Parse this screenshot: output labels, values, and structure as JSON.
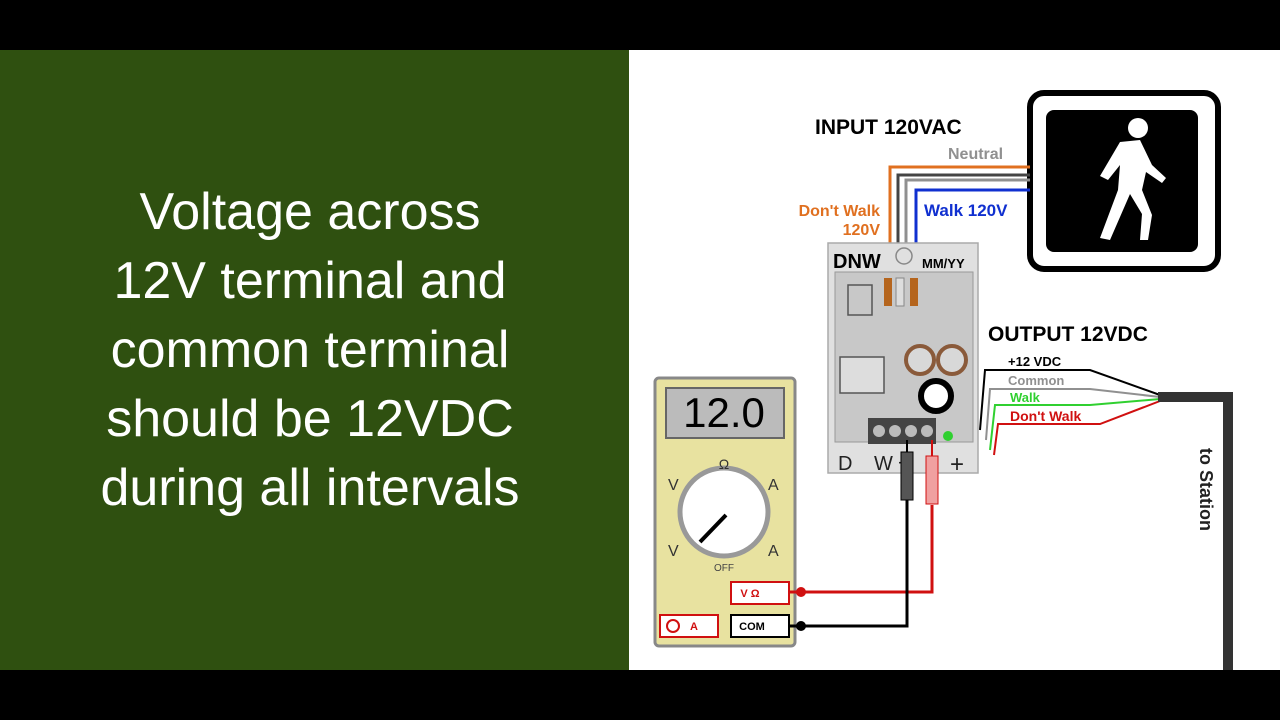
{
  "caption": {
    "lines": [
      "Voltage across",
      "12V terminal and",
      "common terminal",
      "should be 12VDC",
      "during all intervals"
    ]
  },
  "diagram": {
    "input_label": "INPUT 120VAC",
    "neutral_label": "Neutral",
    "dont_walk_label_1": "Don't Walk",
    "dont_walk_label_2": "120V",
    "walk_label": "Walk 120V",
    "module_label": "DNW",
    "date_label": "MM/YY",
    "output_label": "OUTPUT 12VDC",
    "wire_12vdc": "+12 VDC",
    "wire_common": "Common",
    "wire_walk": "Walk",
    "wire_dont_walk": "Don't Walk",
    "to_station": "to Station",
    "terminal_d": "D",
    "terminal_w": "W",
    "terminal_plus": "+",
    "terminal_minus": "−",
    "colors": {
      "orange": "#e07020",
      "blue": "#1030d0",
      "gray": "#909090",
      "green": "#30d030",
      "red": "#d01010",
      "panel_green": "#2f5010"
    }
  },
  "multimeter": {
    "reading": "12.0",
    "dial_top": "Ω",
    "dial_acv": "V",
    "dial_aca": "A",
    "dial_dcv": "V",
    "dial_dca": "A",
    "dial_off": "OFF",
    "jack_vohm": "V Ω",
    "jack_com": "COM",
    "jack_a": "A"
  }
}
